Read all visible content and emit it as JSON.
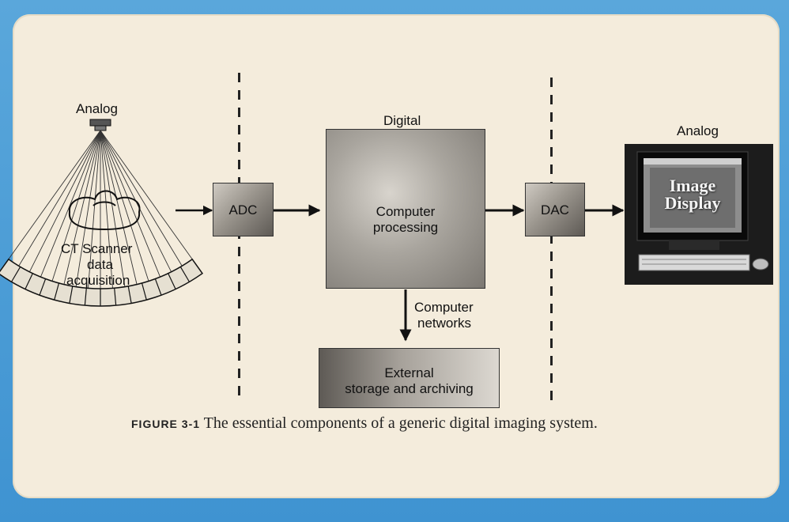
{
  "labels": {
    "analog_left": "Analog",
    "scanner_line1": "CT Scanner",
    "scanner_line2": "data",
    "scanner_line3": "acquisition",
    "adc": "ADC",
    "digital": "Digital",
    "computer_line1": "Computer",
    "computer_line2": "processing",
    "networks_line1": "Computer",
    "networks_line2": "networks",
    "storage_line1": "External",
    "storage_line2": "storage and archiving",
    "dac": "DAC",
    "analog_right": "Analog",
    "monitor_line1": "Image",
    "monitor_line2": "Display"
  },
  "caption": {
    "figure": "FIGURE 3-1",
    "text": "The essential components of a generic digital imaging system."
  },
  "colors": {
    "frame": "#3f93d1",
    "panel": "#f4ecdc",
    "stroke": "#111111"
  }
}
